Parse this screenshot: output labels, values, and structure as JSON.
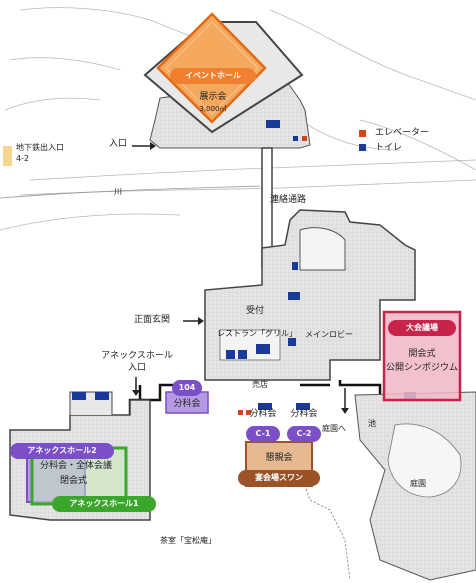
{
  "legend": {
    "elevator": "エレベーター",
    "toilet": "トイレ",
    "elevator_color": "#d2461e",
    "toilet_color": "#1a3a9a"
  },
  "areas": {
    "event_hall": {
      "name": "イベントホール",
      "sub": "展示会",
      "area": "3,000㎡",
      "color": "#f08030"
    },
    "main_hall": {
      "name": "大会議場",
      "line1": "開会式",
      "line2": "公開シンポジウム",
      "color": "#c8234a"
    },
    "annex2": {
      "name": "アネックスホール2",
      "color": "#7a4fc8"
    },
    "annex1": {
      "name": "アネックスホール1",
      "color": "#3aa72c"
    },
    "annex_text1": "分科会・全体会議",
    "annex_text2": "閉会式",
    "room104": {
      "name": "104",
      "sub": "分科会",
      "color": "#7a4fc8"
    },
    "c1": {
      "name": "C-1",
      "sub": "分科会",
      "color": "#7a4fc8"
    },
    "c2": {
      "name": "C-2",
      "sub": "分科会",
      "color": "#7a4fc8"
    },
    "banquet": {
      "name": "宴会場スワン",
      "sub": "懇親会",
      "color": "#9a5226"
    }
  },
  "labels": {
    "subway_exit": "地下鉄出入口",
    "subway_no": "4-2",
    "entrance": "入口",
    "river": "川",
    "passage": "連絡通路",
    "reception": "受付",
    "front_entrance": "正面玄関",
    "restaurant": "レストラン「グリル」",
    "main_lobby": "メインロビー",
    "shop": "売店",
    "annex_entrance1": "アネックスホール",
    "annex_entrance2": "入口",
    "to_garden": "庭園へ",
    "pond": "池",
    "garden": "庭園",
    "tea_house": "茶室「宝松庵」"
  }
}
